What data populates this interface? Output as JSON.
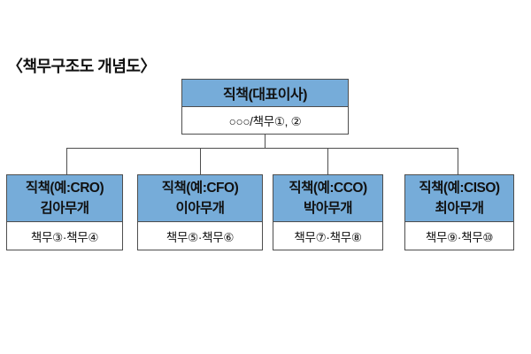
{
  "title": "〈책무구조도 개념도〉",
  "colors": {
    "header_fill": "#76ACD9",
    "border": "#4e4e4e",
    "line": "#4e4e4e",
    "background": "#ffffff",
    "text": "#111111"
  },
  "org": {
    "root": {
      "title": "직책(대표이사)",
      "duties": "○○○/책무①, ②"
    },
    "children": [
      {
        "title": "직책(예:CRO)",
        "name": "김아무개",
        "duties": "책무③·책무④"
      },
      {
        "title": "직책(예:CFO)",
        "name": "이아무개",
        "duties": "책무⑤·책무⑥"
      },
      {
        "title": "직책(예:CCO)",
        "name": "박아무개",
        "duties": "책무⑦·책무⑧"
      },
      {
        "title": "직책(예:CISO)",
        "name": "최아무개",
        "duties": "책무⑨·책무⑩"
      }
    ]
  }
}
